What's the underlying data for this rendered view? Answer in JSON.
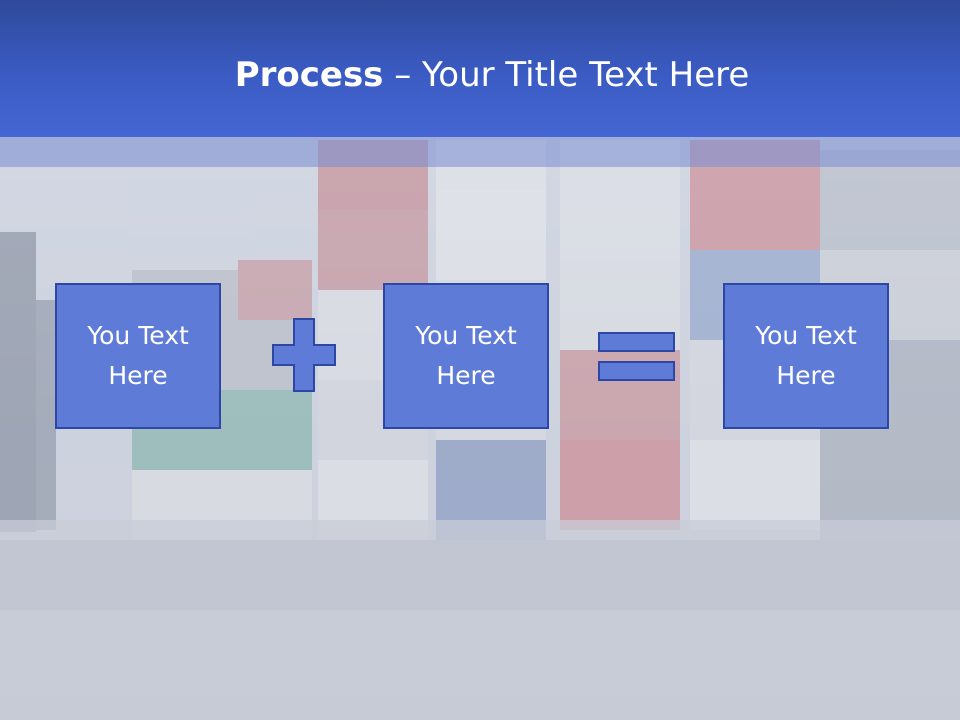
{
  "title": {
    "bold": "Process",
    "rest": " – Your Title Text Here"
  },
  "boxes": [
    {
      "label": "You Text Here"
    },
    {
      "label": "You Text Here"
    },
    {
      "label": "You Text Here"
    }
  ],
  "operators": {
    "plus_icon": "plus-icon",
    "equals_icon": "equals-icon"
  },
  "colors": {
    "header": "#3b5bc4",
    "box_fill": "#5f7bd8",
    "box_border": "#2d47a6",
    "text": "#ffffff"
  }
}
